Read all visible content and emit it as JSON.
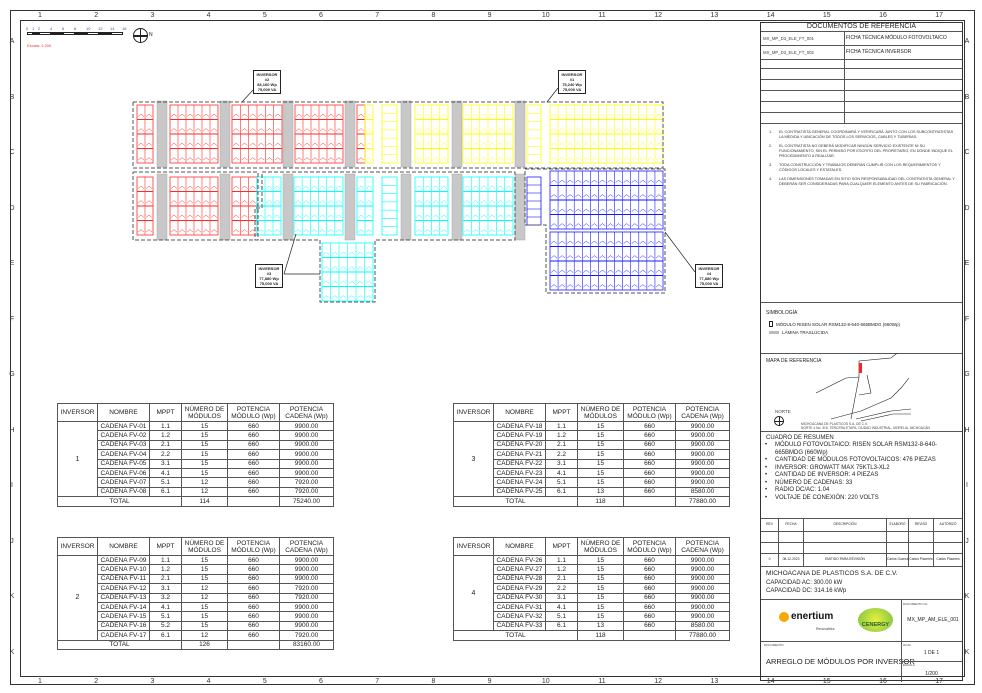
{
  "frame": {
    "columns": [
      "1",
      "2",
      "3",
      "4",
      "5",
      "6",
      "7",
      "8",
      "9",
      "10",
      "11",
      "12",
      "13",
      "14",
      "15",
      "16",
      "17"
    ],
    "rows": [
      "A",
      "B",
      "C",
      "D",
      "E",
      "F",
      "G",
      "H",
      "I",
      "J",
      "K",
      "K"
    ]
  },
  "scale": {
    "ticks": [
      "0",
      "1",
      "2",
      "4",
      "6",
      "8",
      "10",
      "12",
      "14",
      "16"
    ],
    "label": "Escala: 1:200",
    "north": "N"
  },
  "colors": {
    "inv1": "#ffff00",
    "inv2": "#ff2a2a",
    "inv3": "#00ffff",
    "inv4": "#1a1aff",
    "strip": "#c8c8c8"
  },
  "inverters": [
    {
      "title": "INVERSOR",
      "num": "#1",
      "power": "75,240 Wp",
      "va": "75,000 VA"
    },
    {
      "title": "INVERSOR",
      "num": "#2",
      "power": "83,160 Wp",
      "va": "75,000 VA"
    },
    {
      "title": "INVERSOR",
      "num": "#3",
      "power": "77,880 Wp",
      "va": "75,000 VA"
    },
    {
      "title": "INVERSOR",
      "num": "#4",
      "power": "77,880 Wp",
      "va": "75,000 VA"
    }
  ],
  "table_headers": [
    "INVERSOR",
    "NOMBRE",
    "MPPT",
    "NÚMERO DE MÓDULOS",
    "POTENCIA MÓDULO (Wp)",
    "POTENCIA CADENA (Wp)"
  ],
  "total_label": "TOTAL",
  "tables": [
    {
      "inverter": "1",
      "rows": [
        [
          "CADENA FV-01",
          "1.1",
          "15",
          "660",
          "9900.00"
        ],
        [
          "CADENA FV-02",
          "1.2",
          "15",
          "660",
          "9900.00"
        ],
        [
          "CADENA FV-03",
          "2.1",
          "15",
          "660",
          "9900.00"
        ],
        [
          "CADENA FV-04",
          "2.2",
          "15",
          "660",
          "9900.00"
        ],
        [
          "CADENA FV-05",
          "3.1",
          "15",
          "660",
          "9900.00"
        ],
        [
          "CADENA FV-06",
          "4.1",
          "15",
          "660",
          "9900.00"
        ],
        [
          "CADENA FV-07",
          "5.1",
          "12",
          "660",
          "7920.00"
        ],
        [
          "CADENA FV-08",
          "6.1",
          "12",
          "660",
          "7920.00"
        ]
      ],
      "total_modules": "114",
      "total_power": "75240.00"
    },
    {
      "inverter": "2",
      "rows": [
        [
          "CADENA FV-09",
          "1.1",
          "15",
          "660",
          "9900.00"
        ],
        [
          "CADENA FV-10",
          "1.2",
          "15",
          "660",
          "9900.00"
        ],
        [
          "CADENA FV-11",
          "2.1",
          "15",
          "660",
          "9900.00"
        ],
        [
          "CADENA FV-12",
          "3.1",
          "12",
          "660",
          "7920.00"
        ],
        [
          "CADENA FV-13",
          "3.2",
          "12",
          "660",
          "7920.00"
        ],
        [
          "CADENA FV-14",
          "4.1",
          "15",
          "660",
          "9900.00"
        ],
        [
          "CADENA FV-15",
          "5.1",
          "15",
          "660",
          "9900.00"
        ],
        [
          "CADENA FV-16",
          "5.2",
          "15",
          "660",
          "9900.00"
        ],
        [
          "CADENA FV-17",
          "6.1",
          "12",
          "660",
          "7920.00"
        ]
      ],
      "total_modules": "126",
      "total_power": "83160.00"
    },
    {
      "inverter": "3",
      "rows": [
        [
          "CADENA FV-18",
          "1.1",
          "15",
          "660",
          "9900.00"
        ],
        [
          "CADENA FV-19",
          "1.2",
          "15",
          "660",
          "9900.00"
        ],
        [
          "CADENA FV-20",
          "2.1",
          "15",
          "660",
          "9900.00"
        ],
        [
          "CADENA FV-21",
          "2.2",
          "15",
          "660",
          "9900.00"
        ],
        [
          "CADENA FV-22",
          "3.1",
          "15",
          "660",
          "9900.00"
        ],
        [
          "CADENA FV-23",
          "4.1",
          "15",
          "660",
          "9900.00"
        ],
        [
          "CADENA FV-24",
          "5.1",
          "15",
          "660",
          "9900.00"
        ],
        [
          "CADENA FV-25",
          "6.1",
          "13",
          "660",
          "8580.00"
        ]
      ],
      "total_modules": "118",
      "total_power": "77880.00"
    },
    {
      "inverter": "4",
      "rows": [
        [
          "CADENA FV-26",
          "1.1",
          "15",
          "660",
          "9900.00"
        ],
        [
          "CADENA FV-27",
          "1.2",
          "15",
          "660",
          "9900.00"
        ],
        [
          "CADENA FV-28",
          "2.1",
          "15",
          "660",
          "9900.00"
        ],
        [
          "CADENA FV-29",
          "2.2",
          "15",
          "660",
          "9900.00"
        ],
        [
          "CADENA FV-30",
          "3.1",
          "15",
          "660",
          "9900.00"
        ],
        [
          "CADENA FV-31",
          "4.1",
          "15",
          "660",
          "9900.00"
        ],
        [
          "CADENA FV-32",
          "5.1",
          "15",
          "660",
          "9900.00"
        ],
        [
          "CADENA FV-33",
          "6.1",
          "13",
          "660",
          "8580.00"
        ]
      ],
      "total_modules": "118",
      "total_power": "77880.00"
    }
  ],
  "title_block": {
    "ref_docs_title": "DOCUMENTOS DE REFERENCIA",
    "ref_docs": [
      {
        "code": "MX_MP_D3_ELE_FT_001",
        "desc": "FICHA TÉCNICA MÓDULO FOTOVOLTAICO"
      },
      {
        "code": "MX_MP_D3_ELE_FT_002",
        "desc": "FICHA TÉCNICA INVERSOR"
      }
    ],
    "notes": [
      {
        "n": "1.",
        "text": "EL CONTRATISTA GENERAL COORDINARÁ Y VERIFICARÁ JUNTO CON LOS SUBCONTRATISTAS LA MEDIDA Y UBICACIÓN DE TODOS LOS SERVICIOS, CABLES Y TUBERÍAS."
      },
      {
        "n": "2.",
        "text": "EL CONTRATISTA NO DEBERÁ MODIFICAR NINGÚN SERVICIO EXISTENTE NI SU FUNCIONAMIENTO, SIN EL PERMISO POR ESCRITO DEL PROPIETARIO, EN DONDE INDIQUE EL PROCEDIMIENTO A REALIZAR."
      },
      {
        "n": "3.",
        "text": "TODA CONSTRUCCIÓN Y TRABAJOS DEBERÁN CUMPLIR CON LOS REQUERIMIENTOS Y CÓDIGOS LOCALES Y ESTATALES."
      },
      {
        "n": "4.",
        "text": "LAS DIMENSIONES TOMADAS EN SITIO SON RESPONSABILIDAD DEL CONTRATISTA GENERAL Y DEBERÁN SER CONSIDERADAS PARA CUALQUIER ELEMENTO ANTES DE SU FABRICACIÓN."
      }
    ],
    "symbology_title": "SIMBOLOGÍA",
    "symbology": [
      "MÓDULO RISEN SOLAR RSM132-8-640-665BMDG (660Wp)",
      "LÁMINA TRASLÚCIDA"
    ],
    "map_title": "MAPA DE REFERENCIA",
    "map_north": "NORTE",
    "map_caption": [
      "MICHOACANA DE PLASTICOS S.A. DE C.V.",
      "NORTE 4 No. 315, TERCERA ETAPA, CIUDAD INDUSTRIAL, MORELIA, MICHOACÁN"
    ],
    "summary_title": "CUADRO DE RESUMEN",
    "summary": [
      "MÓDULO FOTOVOLTAICO: RISEN SOLAR RSM132-8-640-665BMDG (660Wp)",
      "CANTIDAD DE MÓDULOS FOTOVOLTAICOS: 476 PIEZAS",
      "INVERSOR: GROWATT MAX 75KTL3-XL2",
      "CANTIDAD DE INVERSOR: 4 PIEZAS",
      "NÚMERO DE CADENAS: 33",
      "RADIO DC/AC: 1.04",
      "VOLTAJE DE CONEXIÓN: 220 VOLTS"
    ],
    "rev_headers": [
      "REV",
      "FECHA",
      "DESCRIPCIÓN",
      "ELABORÓ",
      "REVISÓ",
      "AUTORIZÓ"
    ],
    "rev_rows": [
      [
        "0",
        "08-12-2023",
        "EMITIDO PARA REVISIÓN",
        "Carlos Guzmán",
        "Carlos Placeres",
        "Carlos Placeres"
      ]
    ],
    "client": "MICHOACANA DE PLASTICOS S.A. DE C.V.",
    "capacity_ac": "CAPACIDAD AC: 300.00 kW",
    "capacity_dc": "CAPACIDAD DC: 314.16 kWp",
    "logo1": "enertium",
    "logo1_sub": "Renovables",
    "logo2": "CENERGY",
    "doc_no_label": "DOCUMENTO No.",
    "doc_no": "MX_MP_AM_ELE_001",
    "document_label": "DOCUMENTO",
    "document_title": "ARREGLO DE MÓDULOS POR INVERSOR",
    "sheet_label": "HOJA",
    "sheet": "1 DE 1",
    "scale_label": "ESCALA",
    "scale": "1/200"
  }
}
